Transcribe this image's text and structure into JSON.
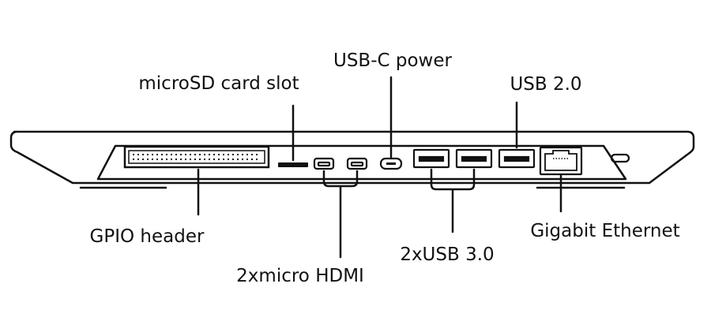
{
  "labels": {
    "microsd": "microSD card slot",
    "usbc": "USB-C power",
    "usb2": "USB 2.0",
    "gpio": "GPIO header",
    "hdmi": "2xmicro HDMI",
    "usb3": "2xUSB 3.0",
    "ethernet": "Gigabit Ethernet"
  }
}
